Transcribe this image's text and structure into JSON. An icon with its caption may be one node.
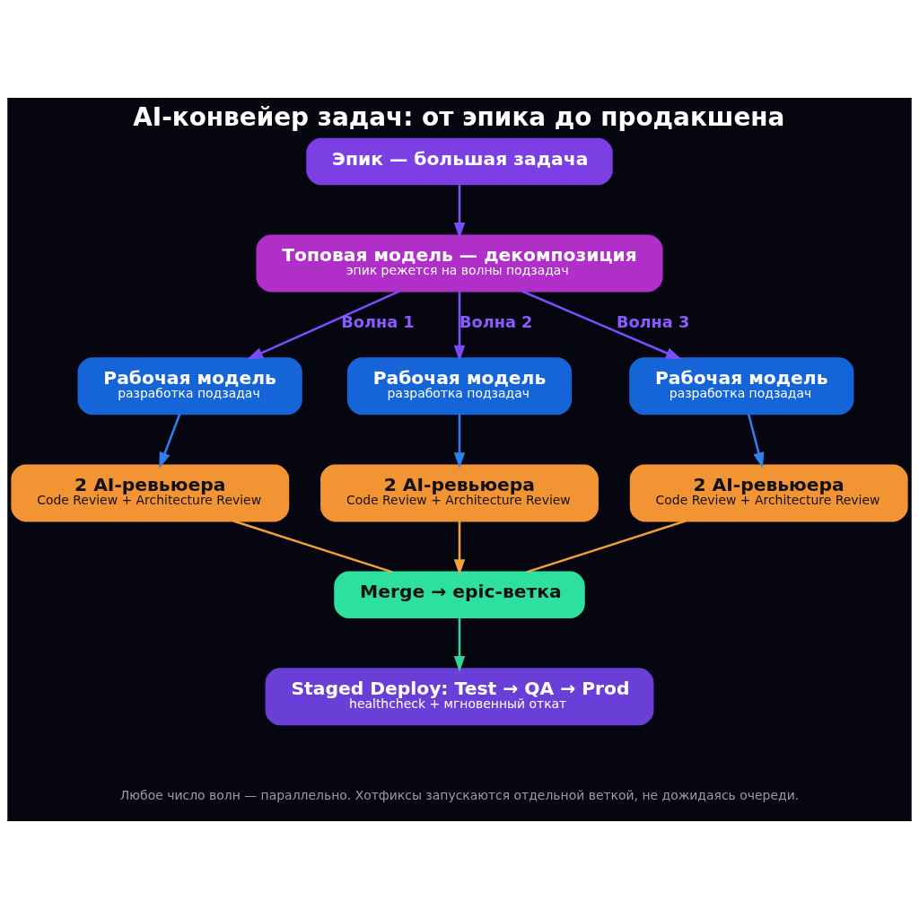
{
  "diagram": {
    "title": "AI-конвейер задач: от эпика до продакшена",
    "caption": "Любое число волн — параллельно. Хотфиксы запускаются отдельной веткой, не дожидаясь очереди.",
    "nodes": [
      {
        "text": [
          "Эпик — большая задача"
        ]
      },
      {
        "text": [
          "Топовая модель — декомпозиция",
          "эпик режется на волны подзадач"
        ]
      },
      {
        "text": [
          "Рабочая модель",
          "разработка подзадач"
        ]
      },
      {
        "text": [
          "Рабочая модель",
          "разработка подзадач"
        ]
      },
      {
        "text": [
          "Рабочая модель",
          "разработка подзадач"
        ]
      },
      {
        "text": [
          "2 AI-ревьюера",
          "Code Review + Architecture Review"
        ]
      },
      {
        "text": [
          "2 AI-ревьюера",
          "Code Review + Architecture Review"
        ]
      },
      {
        "text": [
          "2 AI-ревьюера",
          "Code Review + Architecture Review"
        ]
      },
      {
        "text": [
          "Merge → epic-ветка"
        ]
      },
      {
        "text": [
          "Staged Deploy: Test → QA → Prod",
          "healthcheck + мгновенный откат"
        ]
      }
    ],
    "edges": [
      {
        "from": 0,
        "to": 1,
        "arrow": "to",
        "color": "#7c4dff"
      },
      {
        "from": 1,
        "to": 2,
        "arrow": "to",
        "label": "Волна 1",
        "color": "#7c4dff"
      },
      {
        "from": 1,
        "to": 3,
        "arrow": "to",
        "label": "Волна 2",
        "color": "#7c4dff"
      },
      {
        "from": 1,
        "to": 4,
        "arrow": "to",
        "label": "Волна 3",
        "color": "#7c4dff"
      },
      {
        "from": 2,
        "to": 5,
        "arrow": "to",
        "color": "#2f80ed"
      },
      {
        "from": 3,
        "to": 6,
        "arrow": "to",
        "color": "#2f80ed"
      },
      {
        "from": 4,
        "to": 7,
        "arrow": "to",
        "color": "#2f80ed"
      },
      {
        "from": 5,
        "to": 8,
        "arrow": "none",
        "color": "#f5a03a"
      },
      {
        "from": 6,
        "to": 8,
        "arrow": "to",
        "color": "#f5a03a"
      },
      {
        "from": 7,
        "to": 8,
        "arrow": "none",
        "color": "#f5a03a"
      },
      {
        "from": 8,
        "to": 9,
        "arrow": "to",
        "color": "#34d399"
      }
    ]
  }
}
